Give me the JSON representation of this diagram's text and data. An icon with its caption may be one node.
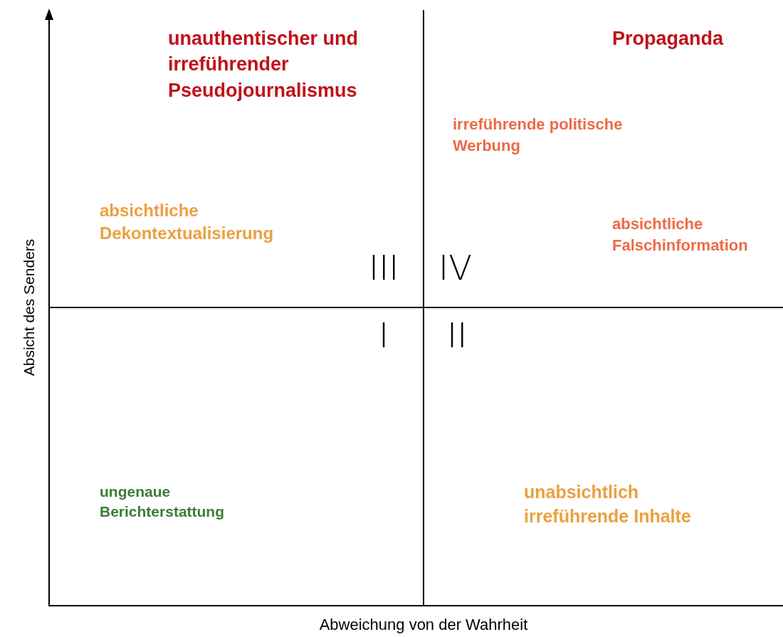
{
  "diagram": {
    "labels": [
      "unauthentischer und irreführender Pseudojournalismus",
      "Propaganda",
      "irreführende politische Werbung",
      "absichtliche Dekontextualisierung",
      "absichtliche Falschinformation",
      "III",
      "IV",
      "Absicht des Senders",
      "I",
      "II",
      "ungenaue Berichterstattung",
      "unabsichtlich irreführende Inhalte",
      "Abweichung von der Wahrheit"
    ]
  }
}
